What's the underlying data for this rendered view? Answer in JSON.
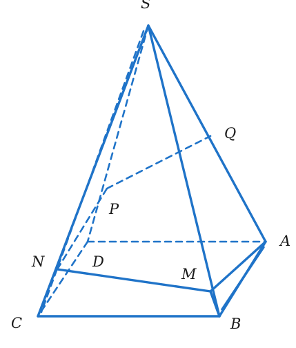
{
  "figure": {
    "labels": {
      "S": "S",
      "Q": "Q",
      "P": "P",
      "A": "A",
      "N": "N",
      "D": "D",
      "M": "M",
      "C": "C",
      "B": "B"
    }
  },
  "colors": {
    "edge": "#1f73c8",
    "label": "#1a1a1a",
    "background": "#ffffff"
  }
}
